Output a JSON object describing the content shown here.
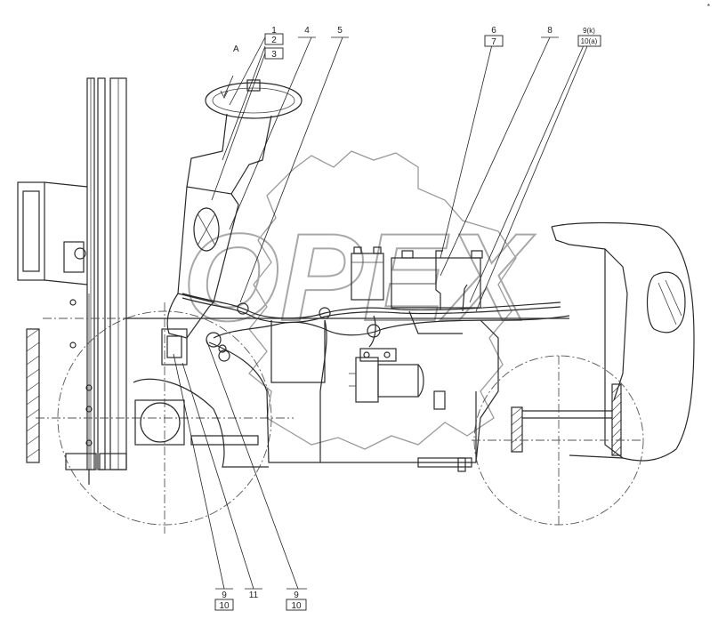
{
  "view_label": "A",
  "corner_mark": "*",
  "watermark": "OPEX",
  "callouts_top": [
    "1",
    "2",
    "3",
    "4",
    "5",
    "6",
    "7",
    "8",
    "9(k)",
    "10(a)"
  ],
  "callouts_bottom": [
    "9",
    "10",
    "11",
    "9",
    "10"
  ]
}
